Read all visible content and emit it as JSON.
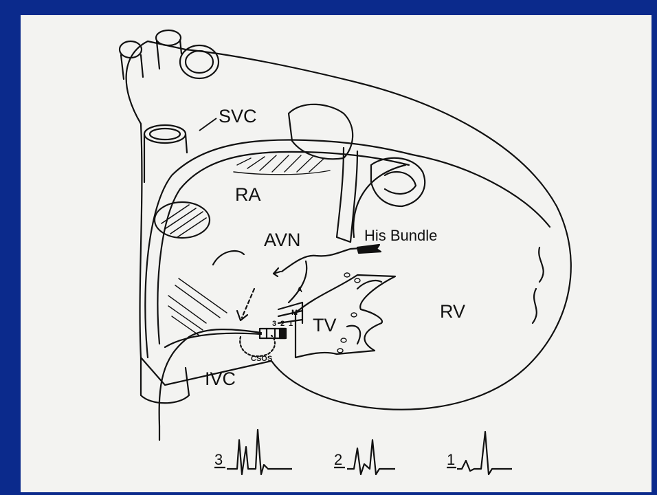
{
  "labels": {
    "svc": "SVC",
    "ra": "RA",
    "avn": "AVN",
    "his_bundle": "His Bundle",
    "tv": "TV",
    "rv": "RV",
    "ivc": "IVC",
    "csos": "CSOS",
    "a": "A",
    "m": "M",
    "electrode_3": "3",
    "electrode_2": "2",
    "electrode_1": "1"
  },
  "ecg": [
    {
      "label": "3"
    },
    {
      "label": "2"
    },
    {
      "label": "1"
    }
  ],
  "colors": {
    "border": "#0b2a8c",
    "background": "#f3f3f1",
    "ink": "#111111"
  }
}
